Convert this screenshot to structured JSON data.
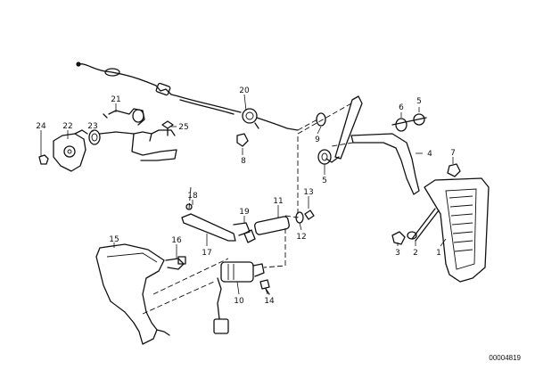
{
  "diagram": {
    "callouts": [
      {
        "id": "p1",
        "text": "1"
      },
      {
        "id": "p2",
        "text": "2"
      },
      {
        "id": "p3",
        "text": "3"
      },
      {
        "id": "p4",
        "text": "4"
      },
      {
        "id": "p5a",
        "text": "5"
      },
      {
        "id": "p5b",
        "text": "5"
      },
      {
        "id": "p6",
        "text": "6"
      },
      {
        "id": "p7",
        "text": "7"
      },
      {
        "id": "p8",
        "text": "8"
      },
      {
        "id": "p9",
        "text": "9"
      },
      {
        "id": "p10",
        "text": "10"
      },
      {
        "id": "p11",
        "text": "11"
      },
      {
        "id": "p12",
        "text": "12"
      },
      {
        "id": "p13",
        "text": "13"
      },
      {
        "id": "p14",
        "text": "14"
      },
      {
        "id": "p15",
        "text": "15"
      },
      {
        "id": "p16",
        "text": "16"
      },
      {
        "id": "p17",
        "text": "17"
      },
      {
        "id": "p18",
        "text": "18"
      },
      {
        "id": "p19",
        "text": "19"
      },
      {
        "id": "p20",
        "text": "20"
      },
      {
        "id": "p21",
        "text": "21"
      },
      {
        "id": "p22",
        "text": "22"
      },
      {
        "id": "p23",
        "text": "23"
      },
      {
        "id": "p24",
        "text": "24"
      },
      {
        "id": "p25",
        "text": "25"
      }
    ],
    "document_id": "00004819"
  }
}
